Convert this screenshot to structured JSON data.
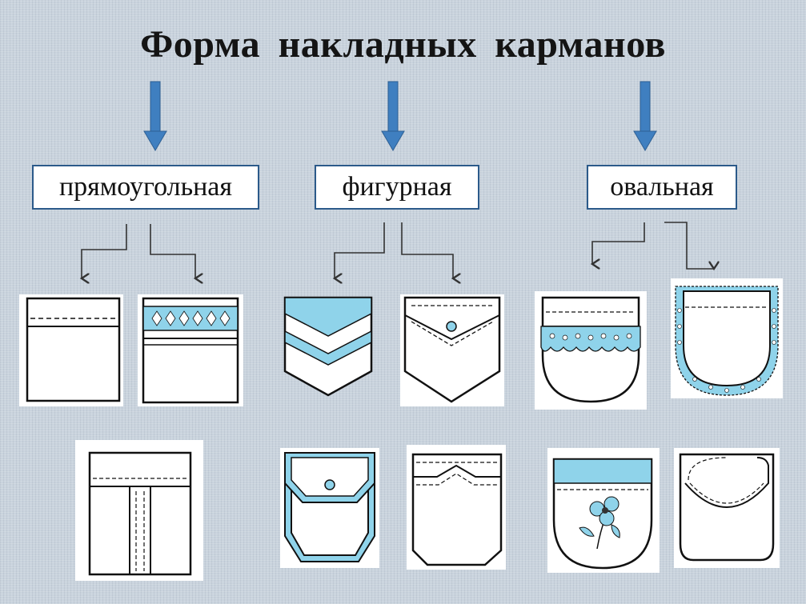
{
  "title": "Форма  накладных  карманов",
  "categories": [
    {
      "label": "прямоугольная"
    },
    {
      "label": "фигурная"
    },
    {
      "label": "овальная"
    }
  ],
  "colors": {
    "arrow_blue": "#3f7fc0",
    "box_border": "#2b5a8a",
    "pocket_fill_blue": "#8fd3ea",
    "connector": "#333333"
  }
}
